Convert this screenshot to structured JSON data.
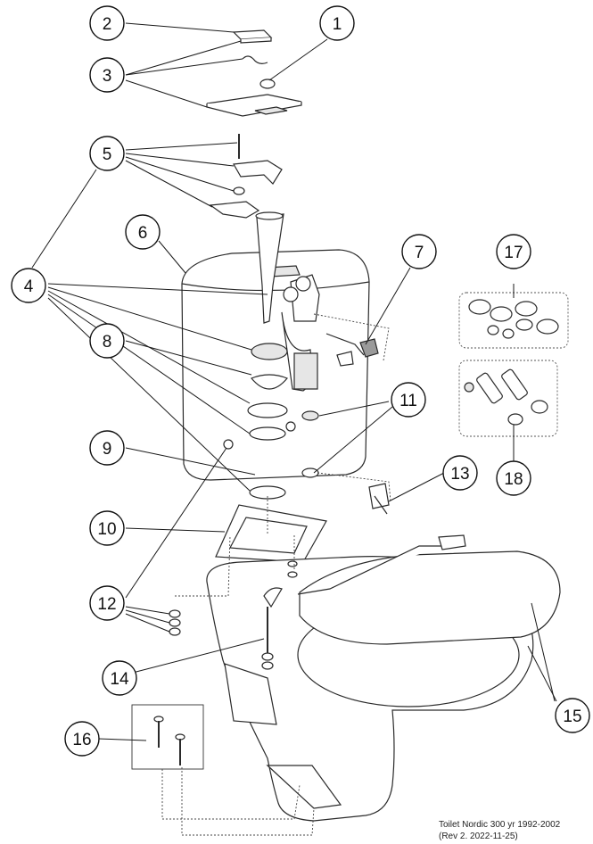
{
  "callouts": [
    "1",
    "2",
    "3",
    "4",
    "5",
    "6",
    "7",
    "8",
    "9",
    "10",
    "11",
    "12",
    "13",
    "14",
    "15",
    "16",
    "17",
    "18"
  ],
  "caption": {
    "line1": "Toilet Nordic 300 yr 1992-2002",
    "line2": "(Rev 2. 2022-11-25)"
  }
}
